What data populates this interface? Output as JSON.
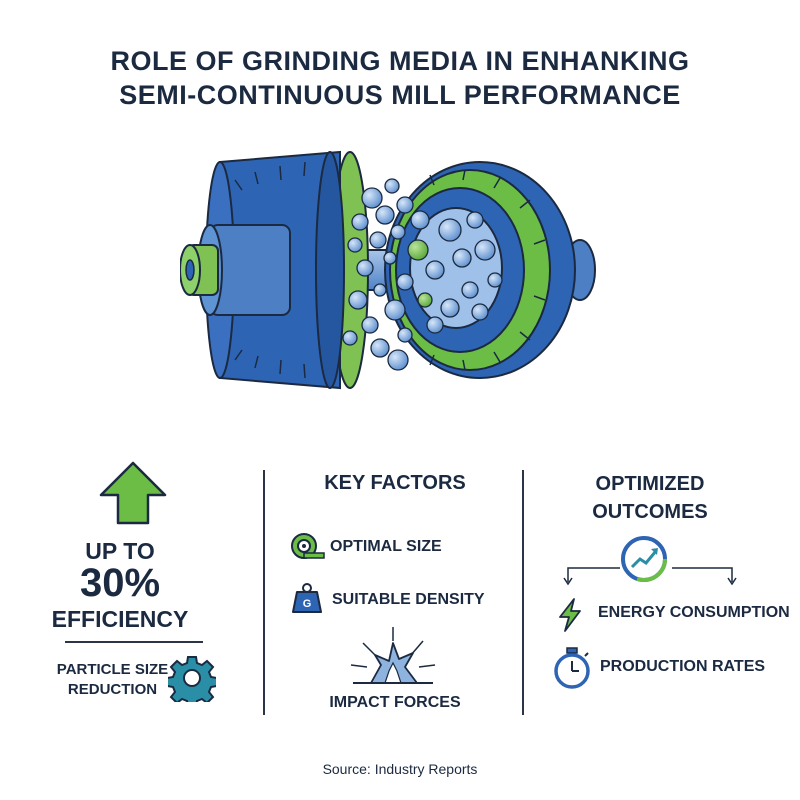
{
  "title": {
    "line1": "ROLE OF GRINDING MEDIA IN ENHANKING",
    "line2": "SEMI-CONTINUOUS MILL PERFORMANCE"
  },
  "left": {
    "up_to": "UP TO",
    "percent": "30%",
    "efficiency": "EFFICIENCY",
    "particle_line1": "PARTICLE SIZE",
    "particle_line2": "REDUCTION"
  },
  "middle": {
    "heading": "KEY FACTORS",
    "factors": [
      {
        "label": "OPTIMAL SIZE",
        "icon": "tape-measure-icon"
      },
      {
        "label": "SUITABLE DENSITY",
        "icon": "weight-icon",
        "icon_glyph": "G"
      },
      {
        "label": "IMPACT FORCES",
        "icon": "impact-burst-icon"
      }
    ]
  },
  "right": {
    "heading_line1": "OPTIMIZED",
    "heading_line2": "OUTCOMES",
    "outcomes": [
      {
        "label": "ENERGY CONSUMPTION",
        "icon": "lightning-icon"
      },
      {
        "label": "PRODUCTION RATES",
        "icon": "stopwatch-icon"
      }
    ]
  },
  "source": "Source: Industry Reports",
  "colors": {
    "navy": "#1b2a40",
    "blue": "#2f62b0",
    "light_blue": "#8eb3de",
    "green": "#6bbd45",
    "teal": "#2a8fa6"
  }
}
